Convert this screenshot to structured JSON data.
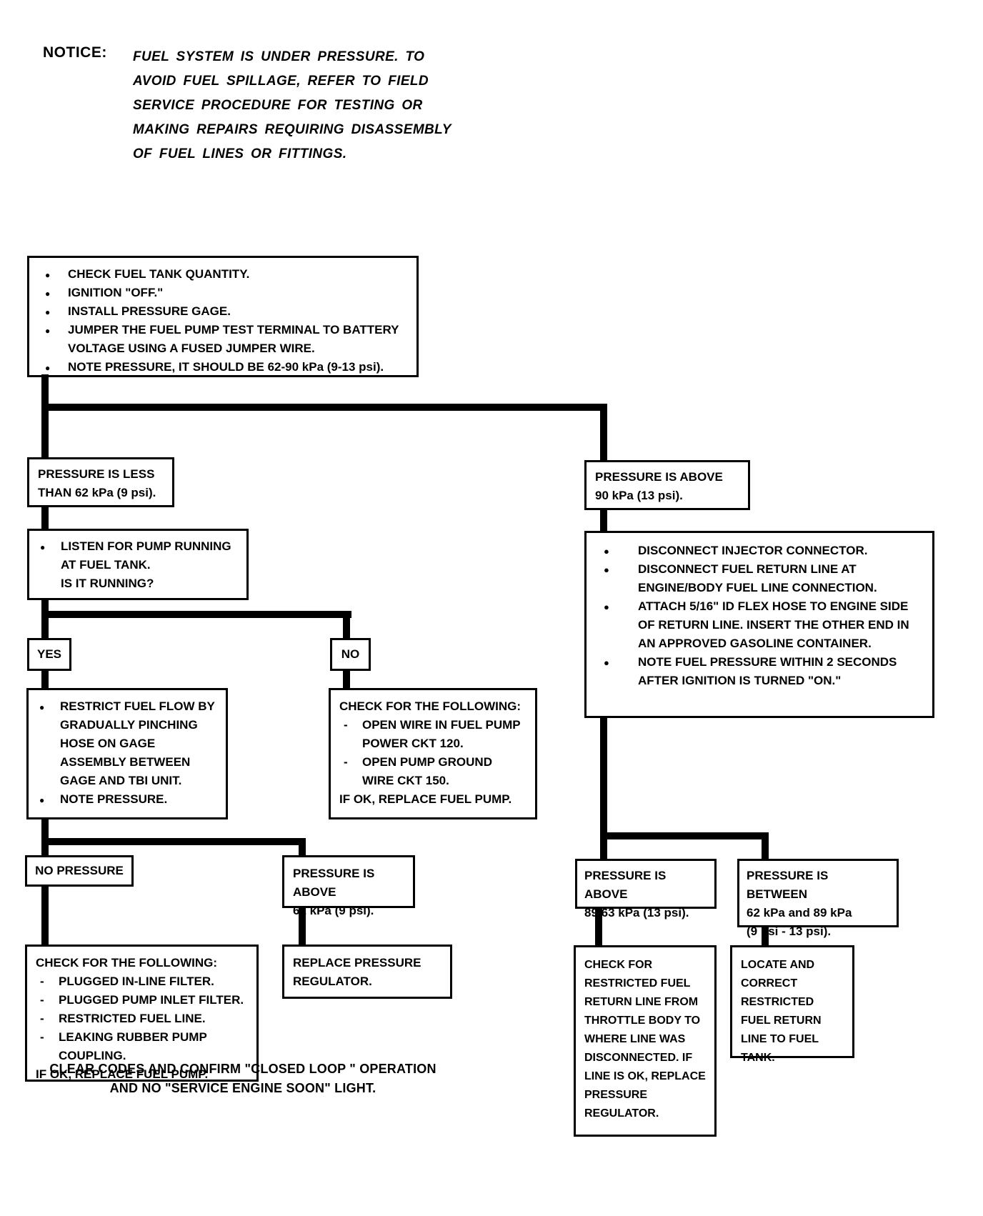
{
  "notice": {
    "label": "NOTICE:",
    "text": "FUEL SYSTEM IS UNDER PRESSURE. TO AVOID FUEL SPILLAGE, REFER TO FIELD SERVICE PROCEDURE FOR TESTING OR MAKING REPAIRS REQUIRING DISASSEMBLY OF FUEL LINES OR FITTINGS."
  },
  "boxes": {
    "start": {
      "items": [
        "CHECK FUEL TANK QUANTITY.",
        "IGNITION \"OFF.\"",
        "INSTALL PRESSURE GAGE.",
        "JUMPER THE FUEL PUMP TEST TERMINAL TO BATTERY VOLTAGE USING A FUSED JUMPER WIRE.",
        "NOTE PRESSURE, IT SHOULD BE 62-90 kPa (9-13 psi)."
      ]
    },
    "pressure_less": {
      "lines": [
        "PRESSURE IS LESS",
        "THAN 62 kPa (9 psi)."
      ]
    },
    "pressure_above_90": {
      "lines": [
        "PRESSURE IS ABOVE",
        "90 kPa (13 psi)."
      ]
    },
    "listen": {
      "bullet": "LISTEN FOR PUMP RUNNING AT FUEL TANK.",
      "question": "IS IT RUNNING?"
    },
    "yes_label": "YES",
    "no_label": "NO",
    "restrict": {
      "items": [
        "RESTRICT FUEL FLOW BY GRADUALLY PINCHING HOSE ON GAGE ASSEMBLY BETWEEN GAGE AND TBI UNIT.",
        "NOTE PRESSURE."
      ]
    },
    "check_pump": {
      "header": "CHECK FOR THE FOLLOWING:",
      "items": [
        "OPEN WIRE IN FUEL PUMP POWER CKT 120.",
        "OPEN PUMP GROUND WIRE CKT 150."
      ],
      "footer": "IF OK, REPLACE FUEL PUMP."
    },
    "disconnect": {
      "items": [
        "DISCONNECT INJECTOR CONNECTOR.",
        "DISCONNECT FUEL RETURN LINE AT ENGINE/BODY FUEL LINE CONNECTION.",
        "ATTACH 5/16\" ID FLEX HOSE TO ENGINE SIDE OF RETURN LINE.  INSERT THE OTHER END IN AN APPROVED GASOLINE CONTAINER.",
        "NOTE FUEL PRESSURE WITHIN 2 SECONDS AFTER IGNITION IS TURNED \"ON.\""
      ]
    },
    "no_pressure": "NO PRESSURE",
    "pressure_above_62": {
      "lines": [
        "PRESSURE IS ABOVE",
        "62 kPa (9 psi)."
      ]
    },
    "pressure_above_8963": {
      "lines": [
        "PRESSURE IS ABOVE",
        "89.63 kPa (13 psi)."
      ]
    },
    "pressure_between": {
      "lines": [
        "PRESSURE IS BETWEEN",
        "62 kPa and 89 kPa",
        "(9 psi - 13 psi)."
      ]
    },
    "check_filters": {
      "header": "CHECK FOR THE FOLLOWING:",
      "items": [
        "PLUGGED IN-LINE FILTER.",
        "PLUGGED PUMP INLET FILTER.",
        "RESTRICTED FUEL LINE.",
        "LEAKING RUBBER PUMP COUPLING."
      ],
      "footer": "IF OK, REPLACE FUEL PUMP."
    },
    "replace_regulator": {
      "lines": [
        "REPLACE PRESSURE",
        "REGULATOR."
      ]
    },
    "check_return_line": "CHECK FOR RESTRICTED FUEL RETURN LINE FROM THROTTLE BODY TO WHERE LINE WAS DISCONNECTED.  IF LINE IS OK, REPLACE PRESSURE REGULATOR.",
    "locate_correct": "LOCATE AND CORRECT RESTRICTED FUEL RETURN LINE TO FUEL TANK."
  },
  "footer": {
    "line1": "CLEAR CODES AND CONFIRM \"CLOSED LOOP \" OPERATION",
    "line2": "AND NO \"SERVICE ENGINE SOON\" LIGHT."
  }
}
